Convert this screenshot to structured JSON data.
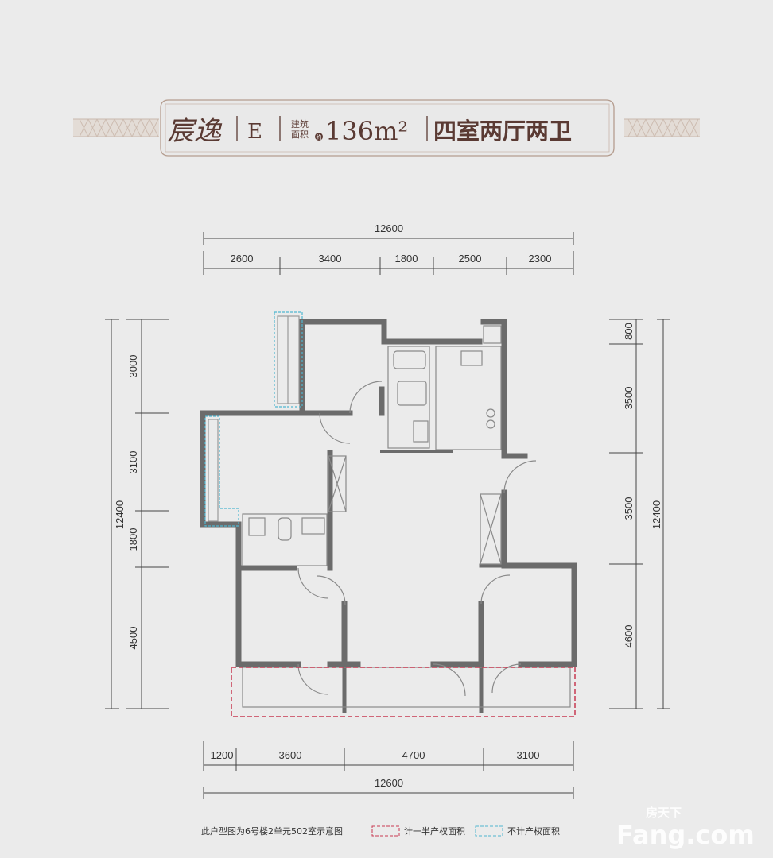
{
  "banner": {
    "project_name": "宸逸",
    "unit_type": "E",
    "area_label_line1": "建筑",
    "area_label_line2": "面积",
    "area_label_approx": "约",
    "area_value": "136m²",
    "layout_desc": "四室两厅两卫",
    "brand_color": "#5a3a33"
  },
  "dimensions": {
    "top_total": "12600",
    "top_segments": [
      "2600",
      "3400",
      "1800",
      "2500",
      "2300"
    ],
    "bottom_segments": [
      "1200",
      "3600",
      "4700",
      "3100"
    ],
    "bottom_total": "12600",
    "left_segments": [
      "3000",
      "3100",
      "1800",
      "4500"
    ],
    "left_total": "12400",
    "right_segments": [
      "800",
      "3500",
      "3500",
      "4600"
    ],
    "right_total": "12400"
  },
  "footer": {
    "note": "此户型图为6号楼2单元502室示意图",
    "legend_half": "计一半产权面积",
    "legend_none": "不计产权面积",
    "legend_half_color": "#c83a52",
    "legend_none_color": "#4fb6cf"
  },
  "watermark": {
    "small": "房天下",
    "large": "Fang.com"
  }
}
